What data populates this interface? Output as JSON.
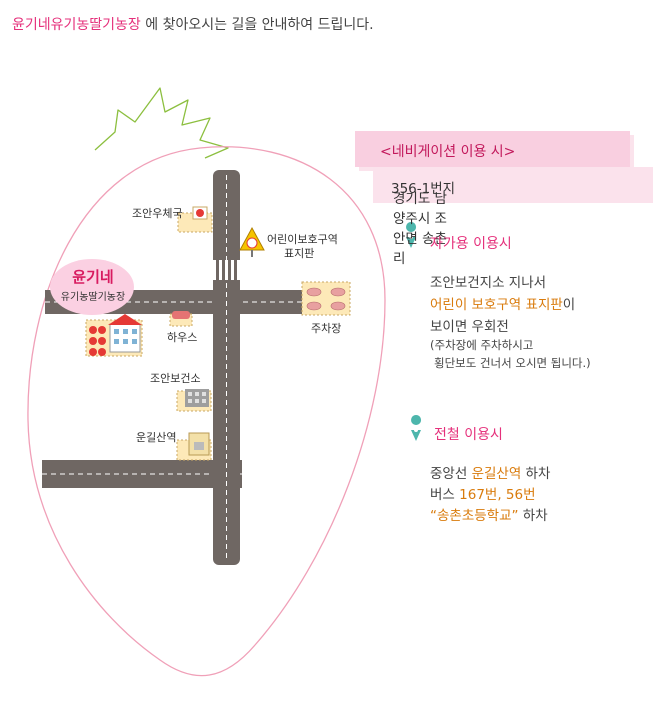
{
  "header": {
    "brand": "윤기네유기농딸기농장",
    "rest": " 에 찾아오시는 길을 안내하여 드립니다."
  },
  "map": {
    "farm_logo_big": "윤기네",
    "farm_logo_small": "유기농딸기농장",
    "post_office": "조안우체국",
    "school_zone_sign": [
      "어린이보호구역",
      "표지판"
    ],
    "house": "하우스",
    "parking": "주차장",
    "health_center": "조안보건소",
    "station": "운길산역"
  },
  "navigation": {
    "title": "<네비게이션 이용 시>",
    "address": "경기도 남양주시 조안면 송촌리",
    "lot": "356-1번지"
  },
  "car": {
    "title": "자가용 이용시",
    "line1": "조안보건지소 지나서",
    "line2_hl": "어린이 보호구역 표지판",
    "line2_rest": "이",
    "line3": "보이면 우회전",
    "note1": "(주차장에 주차하시고",
    "note2": "횡단보도 건너서 오시면 됩니다.)"
  },
  "subway": {
    "title": "전철 이용시",
    "line1_pre": "중앙선 ",
    "line1_hl": "운길산역",
    "line1_post": " 하차",
    "line2_pre": "버스 ",
    "line2_hl": "167번, 56번",
    "line3_hl": "“송촌초등학교”",
    "line3_post": " 하차"
  },
  "colors": {
    "accent_pink": "#e5307b",
    "highlight_orange": "#d97b0c",
    "road": "#6f6763",
    "strawberry_outline": "#f0a0b8",
    "leaf_outline": "#8cbf3f"
  }
}
